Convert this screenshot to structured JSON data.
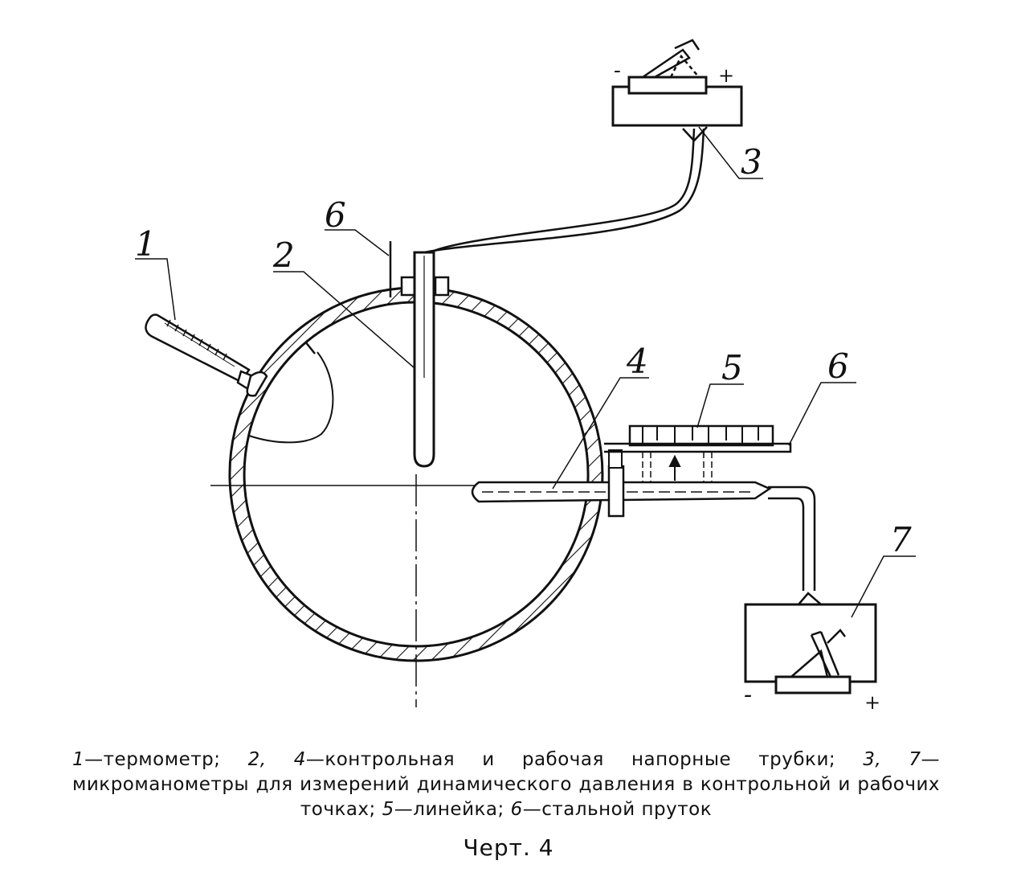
{
  "labels": {
    "l1": "1",
    "l2": "2",
    "l3": "3",
    "l4": "4",
    "l5": "5",
    "l6_top": "6",
    "l6_right": "6",
    "l7": "7"
  },
  "signs": {
    "top_minus": "-",
    "top_plus": "+",
    "bottom_minus": "-",
    "bottom_plus": "+"
  },
  "caption": {
    "items": [
      {
        "num": "1",
        "text": "—термометр; "
      },
      {
        "num": "2, 4",
        "text": "—контрольная и рабочая напорные трубки; "
      },
      {
        "num": "3, 7",
        "text": "—микроманометры для измерений динамического давления в контрольной и рабочих точках; "
      },
      {
        "num": "5",
        "text": "—линейка; "
      },
      {
        "num": "6",
        "text": "—стальной пруток"
      }
    ]
  },
  "title": "Черт. 4"
}
